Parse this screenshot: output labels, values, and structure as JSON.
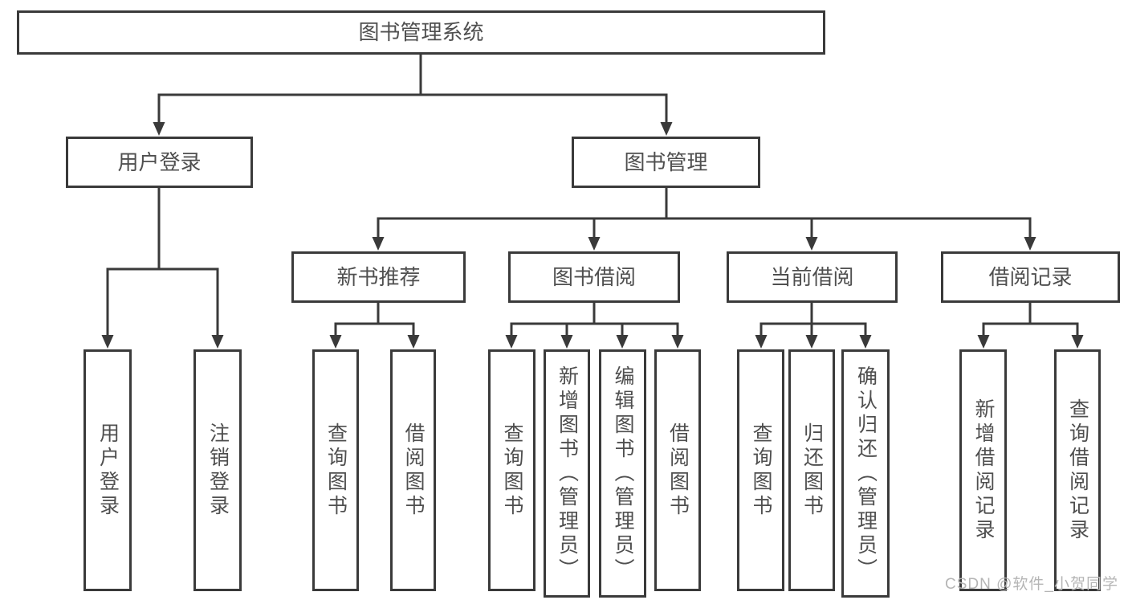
{
  "tree": {
    "label": "图书管理系统",
    "children": [
      {
        "label": "用户登录",
        "children": [
          "用户登录",
          "注销登录"
        ]
      },
      {
        "label": "图书管理",
        "children": [
          {
            "label": "新书推荐",
            "children": [
              "查询图书",
              "借阅图书"
            ]
          },
          {
            "label": "图书借阅",
            "children": [
              "查询图书",
              "新增图书（管理员）",
              "编辑图书（管理员）",
              "借阅图书"
            ]
          },
          {
            "label": "当前借阅",
            "children": [
              "查询图书",
              "归还图书",
              "确认归还（管理员）"
            ]
          },
          {
            "label": "借阅记录",
            "children": [
              "新增借阅记录",
              "查询借阅记录"
            ]
          }
        ]
      }
    ]
  },
  "watermark": {
    "text": "CSDN @软件_小贺同学"
  },
  "colors": {
    "line": "#3a3a3a",
    "box_border": "#3a3a3a",
    "text": "#4f4f4f",
    "watermark": "#b5b5b5",
    "background": "#ffffff"
  }
}
